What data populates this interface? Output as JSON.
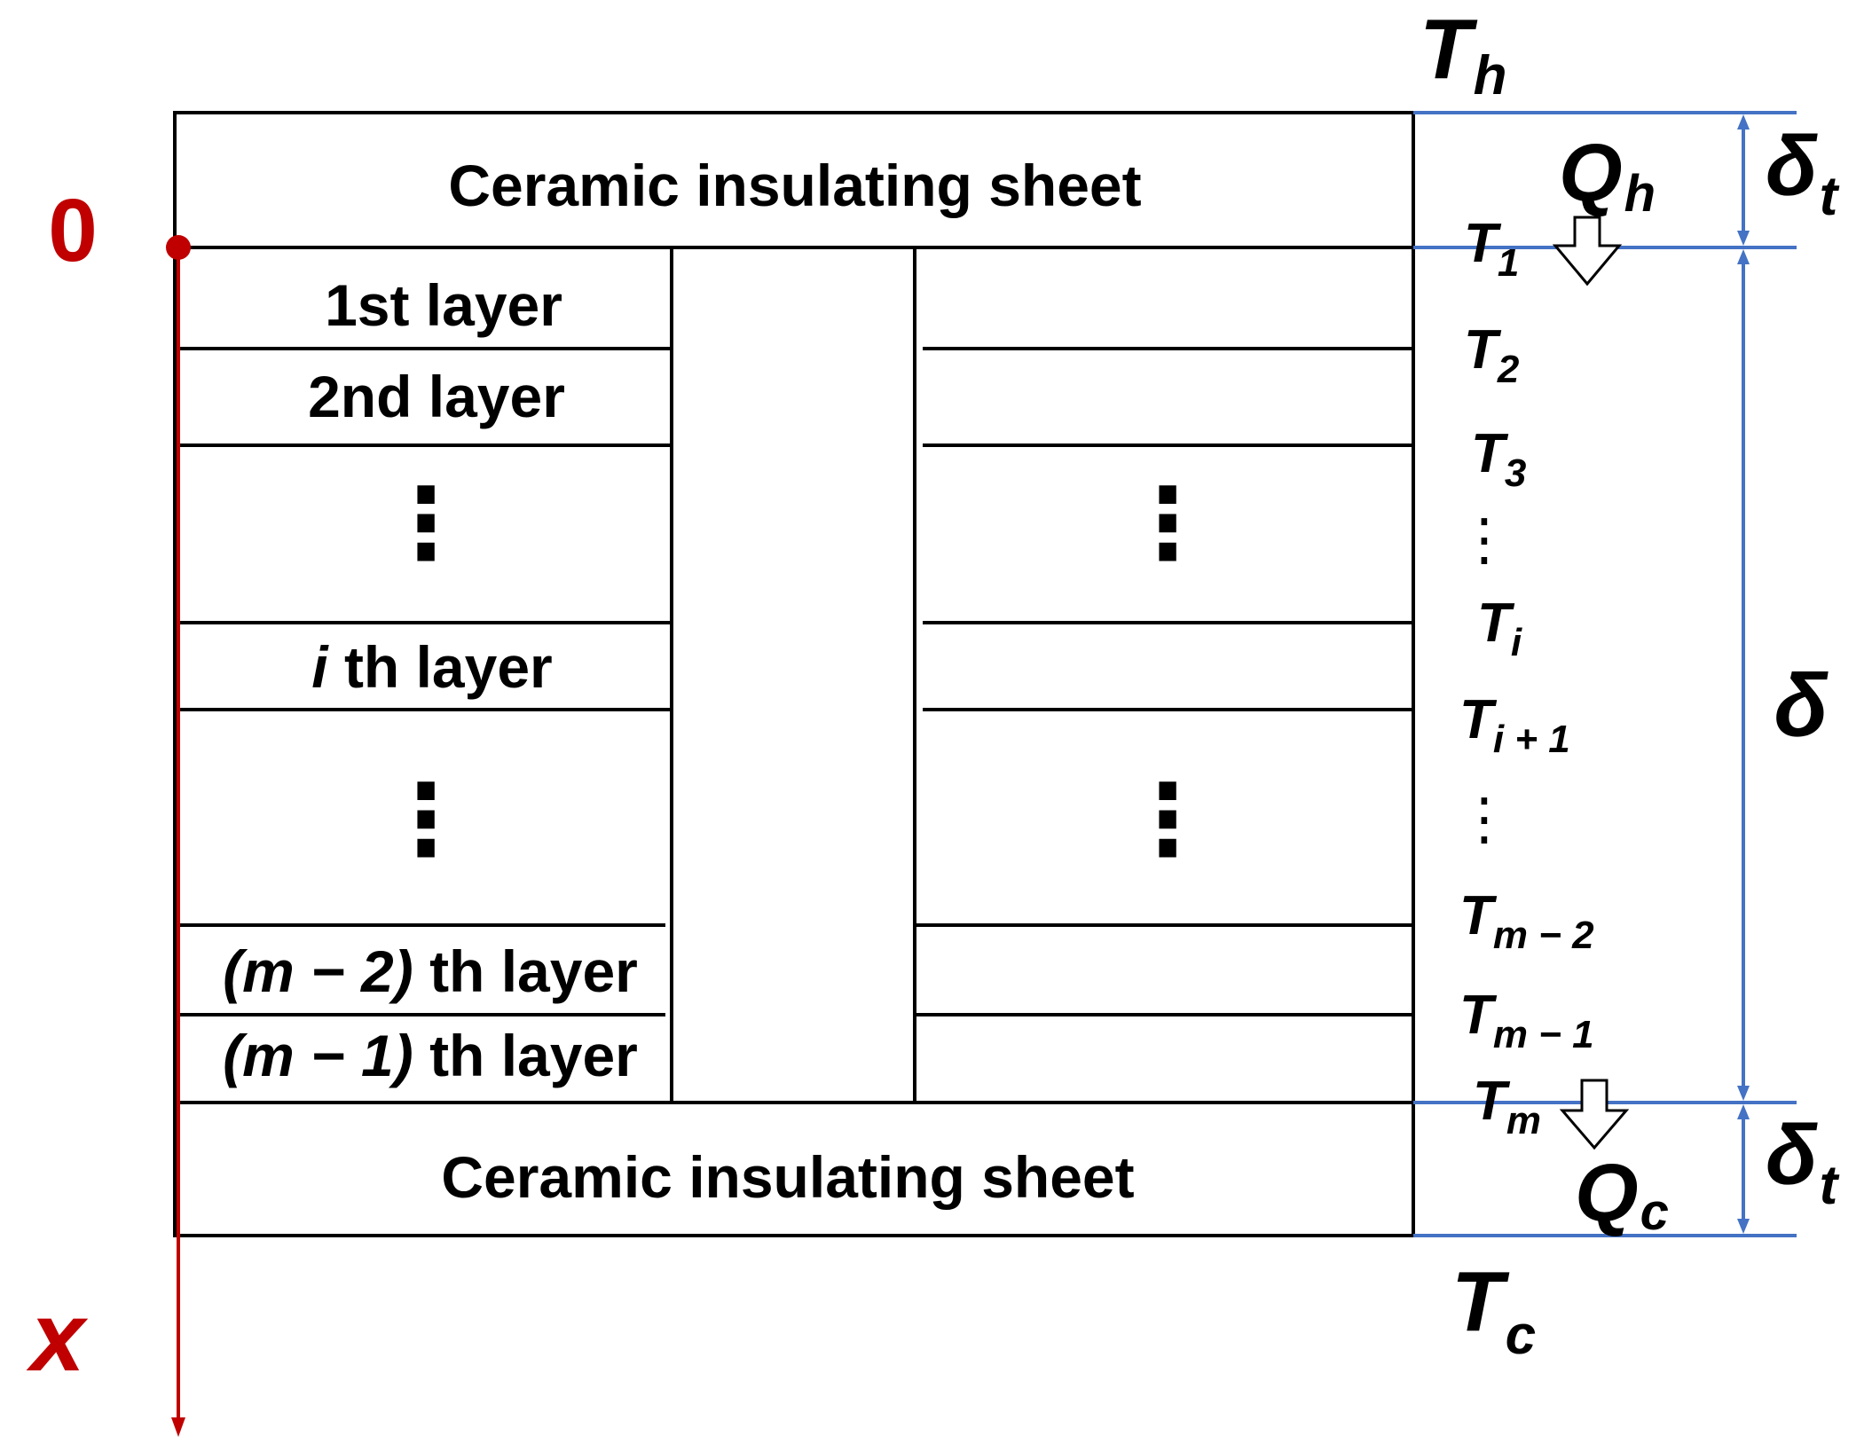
{
  "sheets": {
    "top": "Ceramic insulating sheet",
    "bottom": "Ceramic insulating sheet"
  },
  "layers": {
    "first": "1st layer",
    "second": "2nd layer",
    "ellipsis": "⋮",
    "ith_var": "i",
    "ith_rest": " th layer",
    "m2_var": "(m − 2)",
    "m2_rest": " th layer",
    "m1_var": "(m − 1)",
    "m1_rest": " th layer"
  },
  "axis": {
    "origin": "0",
    "x": "x"
  },
  "temperatures": {
    "Th": {
      "base": "T",
      "sub": "h"
    },
    "T1": {
      "base": "T",
      "sub": "1"
    },
    "T2": {
      "base": "T",
      "sub": "2"
    },
    "T3": {
      "base": "T",
      "sub": "3"
    },
    "Ti": {
      "base": "T",
      "sub": "i"
    },
    "Ti1": {
      "base": "T",
      "sub": "i + 1"
    },
    "Tm2": {
      "base": "T",
      "sub": "m − 2"
    },
    "Tm1": {
      "base": "T",
      "sub": "m − 1"
    },
    "Tm": {
      "base": "T",
      "sub": "m"
    },
    "Tc": {
      "base": "T",
      "sub": "c"
    },
    "ellipsis": "⋮"
  },
  "heat": {
    "Qh": {
      "base": "Q",
      "sub": "h"
    },
    "Qc": {
      "base": "Q",
      "sub": "c"
    }
  },
  "thickness": {
    "top": {
      "base": "δ",
      "sub": "t"
    },
    "total": "δ",
    "bottom": {
      "base": "δ",
      "sub": "t"
    }
  },
  "colors": {
    "axis": "#c00000",
    "dimension": "#4472c4",
    "outline": "#000000"
  }
}
